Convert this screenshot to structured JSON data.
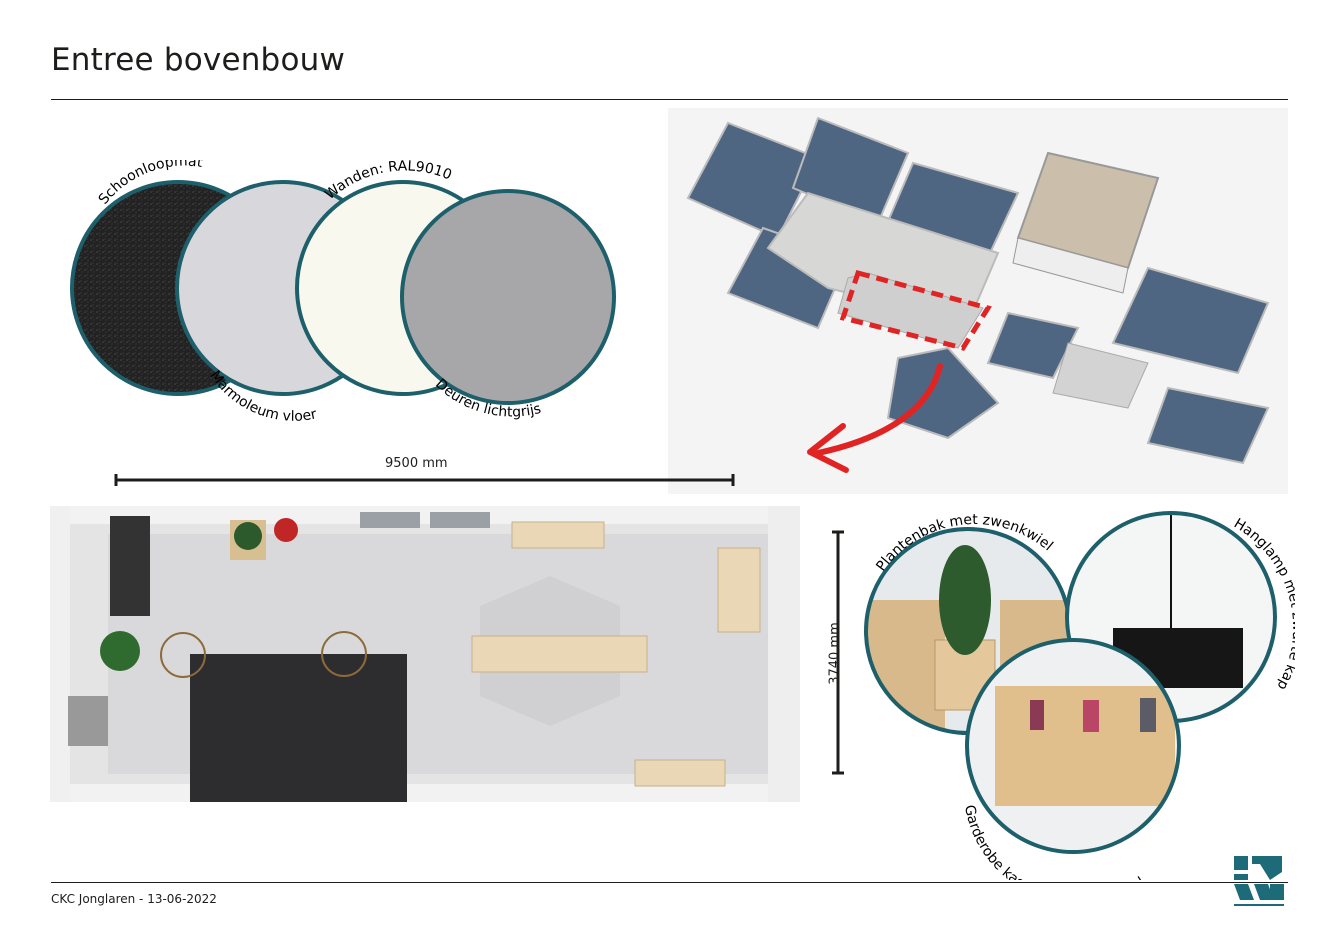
{
  "page": {
    "title": "Entree bovenbouw",
    "footer": "CKC Jonglaren - 13-06-2022"
  },
  "swatches": [
    {
      "label": "Schoonloopmat",
      "color": "#1f1f1f"
    },
    {
      "label": "Marmoleum vloer",
      "color": "#d8d8dc"
    },
    {
      "label": "Wanden: RAL9010",
      "color": "#f8f8ee"
    },
    {
      "label": "Deuren lichtgrijs",
      "color": "#a7a7a9"
    }
  ],
  "dimensions": {
    "width_label": "9500 mm",
    "depth_label": "3740 mm"
  },
  "products": [
    {
      "label": "Plantenbak met zwenkwiel"
    },
    {
      "label": "Hanglamp met zwarte kap"
    },
    {
      "label": "Garderobe kasten met zwenkwiel"
    }
  ],
  "colors": {
    "ring": "#1d5f6a",
    "highlight": "#e02424",
    "logo": "#1d6a78",
    "floor": "#3f5773"
  },
  "logo": {
    "name": "architect-logo"
  }
}
